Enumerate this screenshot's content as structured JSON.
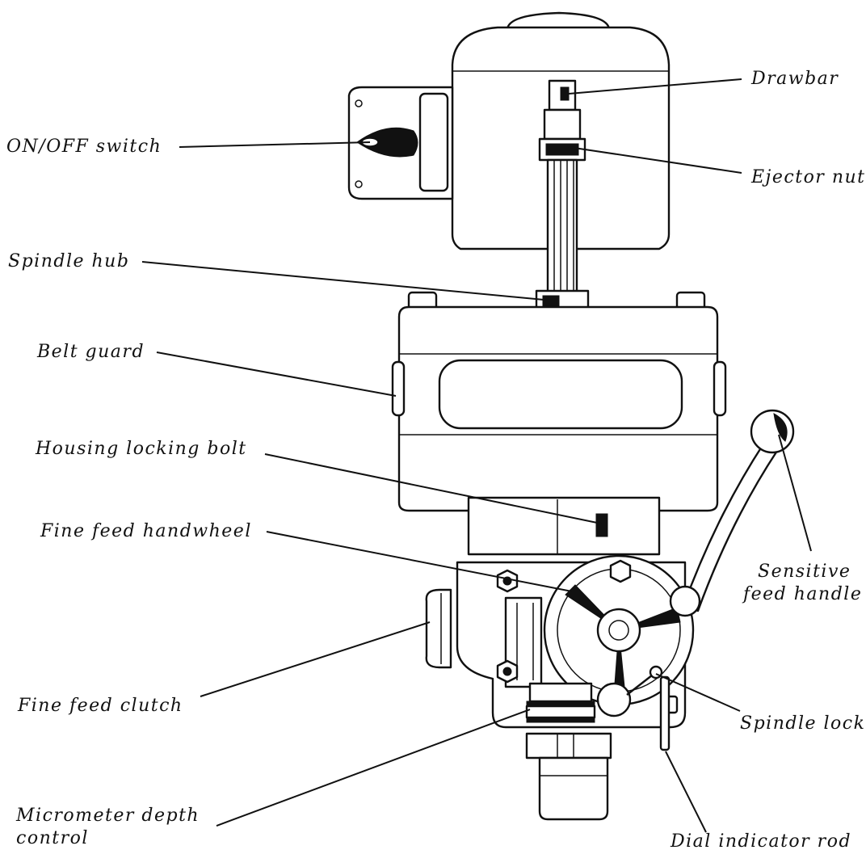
{
  "callouts": {
    "drawbar": "Drawbar",
    "on_off_switch": "ON/OFF switch",
    "ejector_nut": "Ejector nut",
    "spindle_hub": "Spindle hub",
    "belt_guard": "Belt guard",
    "housing_locking_bolt": "Housing locking bolt",
    "fine_feed_handwheel": "Fine feed handwheel",
    "sensitive_feed_handle_line1": "Sensitive",
    "sensitive_feed_handle_line2": "feed handle",
    "fine_feed_clutch": "Fine feed clutch",
    "spindle_lock": "Spindle lock",
    "micrometer_depth_control_line1": "Micrometer depth",
    "micrometer_depth_control_line2": "control",
    "dial_indicator_rod": "Dial indicator rod"
  }
}
